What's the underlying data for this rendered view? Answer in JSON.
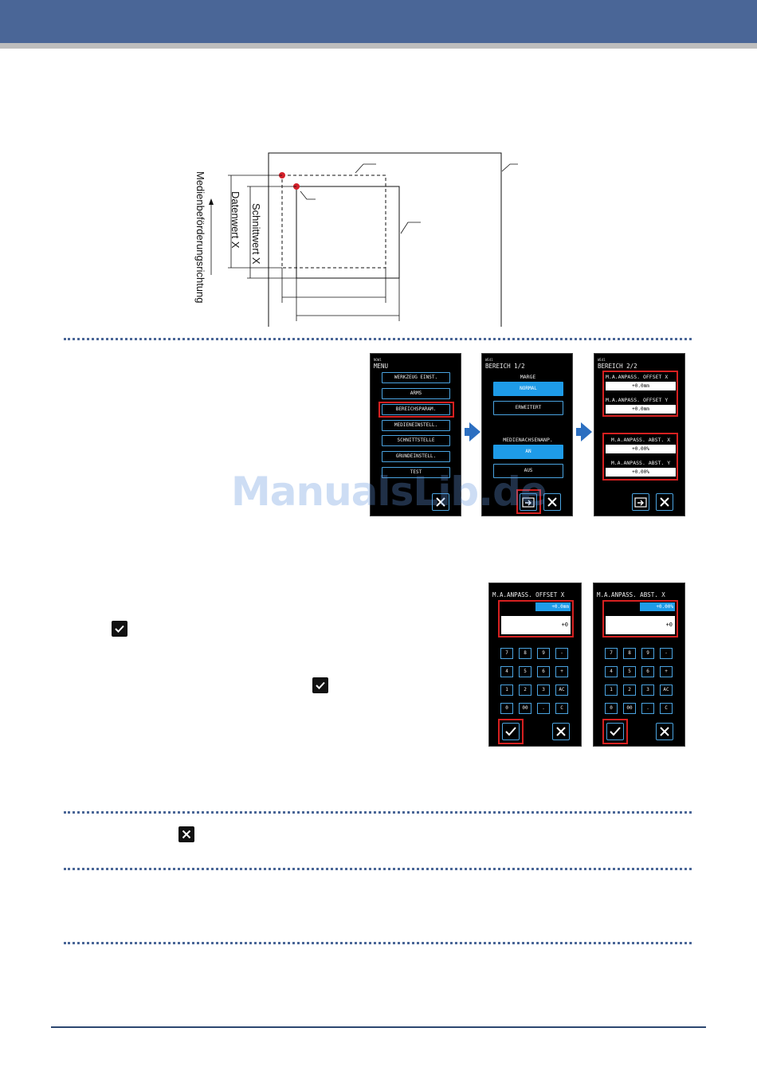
{
  "diagram": {
    "label_feed_direction": "Medienbeförderungsrichtung",
    "label_data_value_x": "Datenwert X",
    "label_cut_value_x": "Schnittwert X"
  },
  "screens": {
    "menu": {
      "small_caption": "NOW1",
      "title": "MENU",
      "items": [
        "WERKZEUG EINST.",
        "ARMS",
        "BEREICHSPARAM.",
        "MEDIENEINSTELL.",
        "SCHNITTSTELLE",
        "GRUNDEINSTELL.",
        "TEST"
      ],
      "highlighted_index": 2
    },
    "area1": {
      "small_caption": "WE41",
      "title": "BEREICH 1/2",
      "marge_label": "MARGE",
      "marge_options": [
        "NORMAL",
        "ERWEITERT"
      ],
      "marge_selected": "NORMAL",
      "axis_label": "MEDIENACHSENANP.",
      "axis_options": [
        "AN",
        "AUS"
      ],
      "axis_selected": "AN"
    },
    "area2": {
      "small_caption": "WE41",
      "title": "BEREICH 2/2",
      "offset_x_label": "M.A.ANPASS. OFFSET X",
      "offset_x_value": "+0.0mm",
      "offset_y_label": "M.A.ANPASS. OFFSET Y",
      "offset_y_value": "+0.0mm",
      "abst_x_label": "M.A.ANPASS. ABST. X",
      "abst_x_value": "+0.00%",
      "abst_y_label": "M.A.ANPASS. ABST. Y",
      "abst_y_value": "+0.00%"
    },
    "offset_input": {
      "title": "M.A.ANPASS. OFFSET X",
      "current_value": "+0.0mm",
      "entry_value": "+0",
      "keys": [
        "7",
        "8",
        "9",
        "-",
        "4",
        "5",
        "6",
        "+",
        "1",
        "2",
        "3",
        "AC",
        "0",
        "00",
        ".",
        "C"
      ]
    },
    "abst_input": {
      "title": "M.A.ANPASS. ABST. X",
      "current_value": "+0.00%",
      "entry_value": "+0",
      "keys": [
        "7",
        "8",
        "9",
        "-",
        "4",
        "5",
        "6",
        "+",
        "1",
        "2",
        "3",
        "AC",
        "0",
        "00",
        ".",
        "C"
      ]
    }
  },
  "watermark": "ManualsLib.de",
  "icons": {
    "confirm": "check-icon",
    "cancel": "close-icon",
    "next_page": "next-page-icon"
  },
  "colors": {
    "header": "#4a6697",
    "accent_blue": "#1e9be8",
    "highlight_red": "#d62020",
    "flow_arrow": "#2c6fc1"
  }
}
